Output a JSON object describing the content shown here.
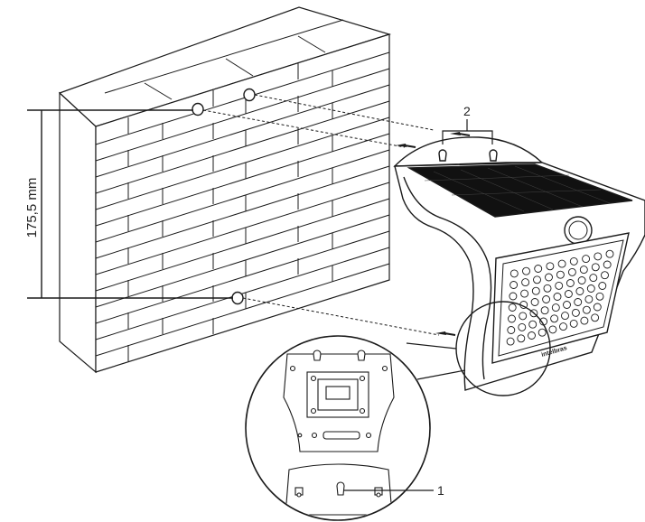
{
  "dimension": {
    "label": "175,5 mm"
  },
  "callouts": {
    "screw_holes": "2",
    "mount_hole": "1"
  },
  "brand": {
    "text": "intelbras"
  },
  "colors": {
    "stroke": "#1a1a1a",
    "panel": "#111111",
    "background": "#ffffff"
  }
}
